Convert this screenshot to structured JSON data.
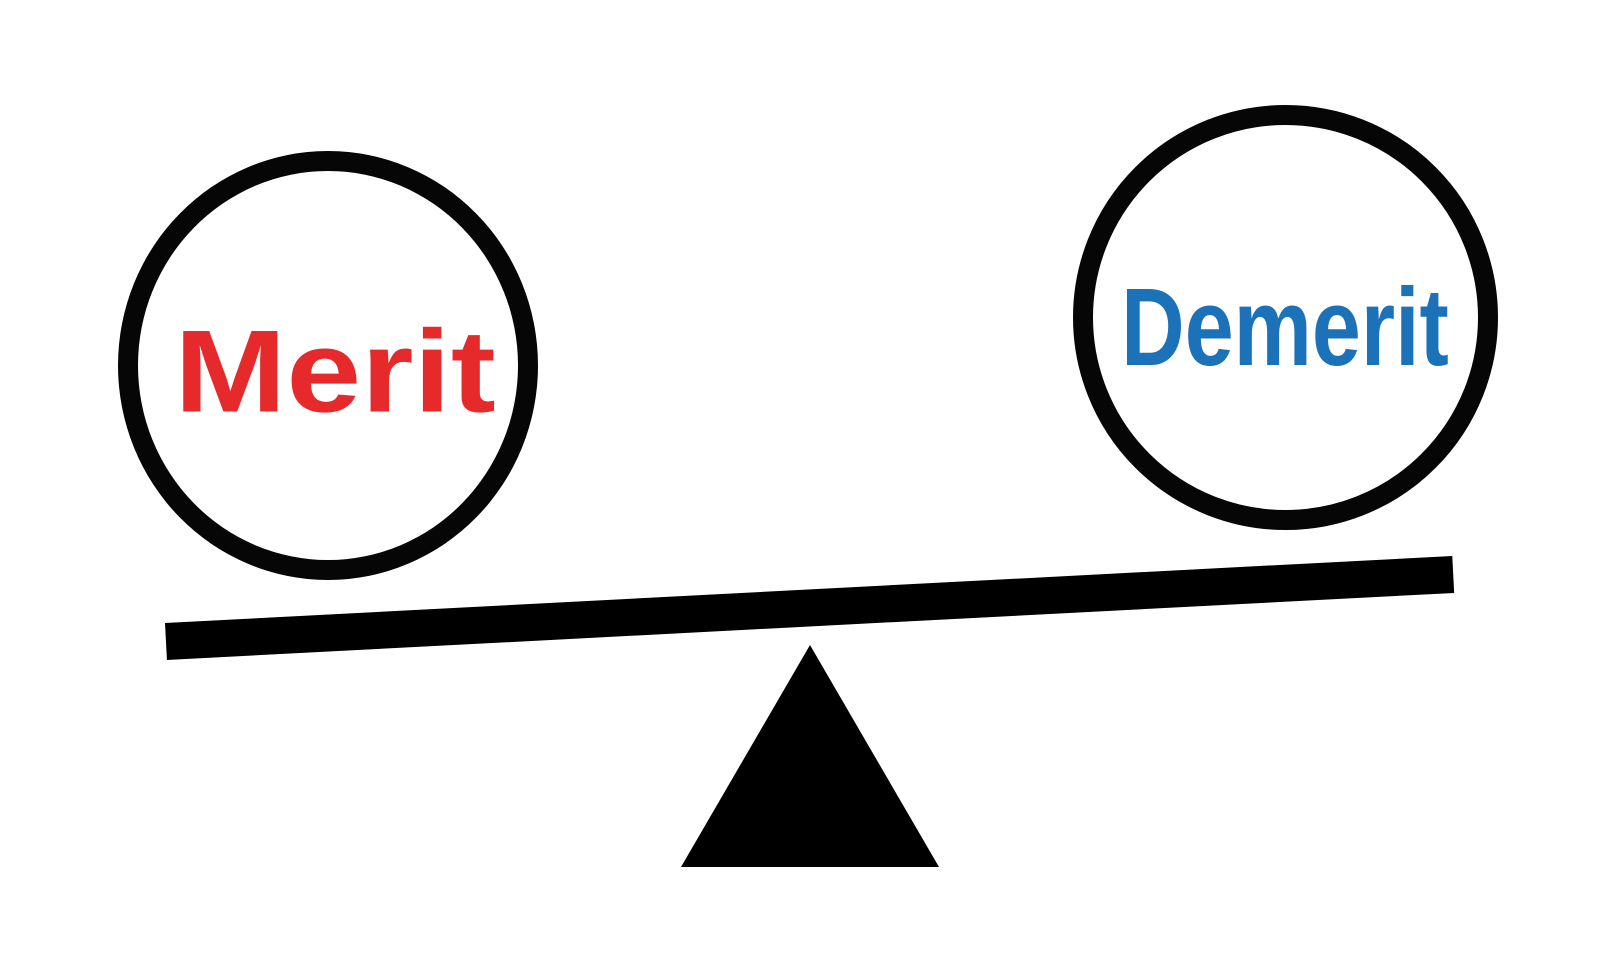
{
  "diagram": {
    "type": "balance-scale",
    "background_color": "#ffffff",
    "left_circle": {
      "label": "Merit",
      "label_color": "#E62A2C",
      "outline_color": "#000000",
      "fill_color": "#ffffff",
      "position": "left pan, lower side of beam"
    },
    "right_circle": {
      "label": "Demerit",
      "label_color": "#1B72B8",
      "outline_color": "#000000",
      "fill_color": "#ffffff",
      "position": "right pan, higher side of beam"
    },
    "beam": {
      "color": "#000000",
      "tilt_degrees": -3
    },
    "fulcrum": {
      "shape": "triangle",
      "color": "#000000"
    }
  }
}
